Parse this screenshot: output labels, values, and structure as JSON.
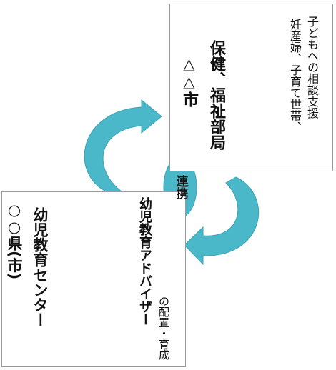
{
  "colors": {
    "teal": "#4ab8c8",
    "teal_light": "#a8dce6",
    "red": "#d23c1e",
    "text": "#111111",
    "border": "#9a9a9a"
  },
  "left_box": {
    "title_line1": "○○県(市)",
    "title_line2": "幼児教育センター",
    "desc_line1": "幼児教育アドバイザー",
    "desc_line2": "の配置・育成"
  },
  "right_box": {
    "title_line1": "△△市",
    "title_line2": "保健、福祉部局",
    "desc_line1": "妊産婦、子育て世帯、",
    "desc_line2": "子どもへの相談支援"
  },
  "link": {
    "label": "連携"
  },
  "icons": {
    "center_icon": "people-network-icon",
    "city_icon": "family-support-icon"
  }
}
